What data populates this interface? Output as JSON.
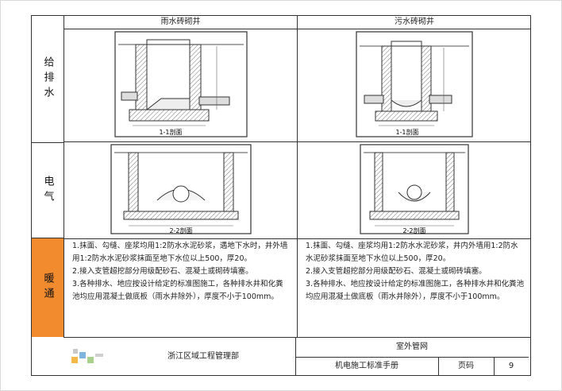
{
  "sidebar": {
    "items": [
      "给排水",
      "电气",
      "暖通"
    ],
    "accent_color": "#f28a2e"
  },
  "left": {
    "title": "雨水砖砌井",
    "section1": "1-1剖面",
    "section2": "2-2剖面",
    "notes": [
      "1.抹面、勾缝、座浆均用1:2防水水泥砂浆，遇地下水时，井外墙用1:2防水水泥砂浆抹面至地下水位以上500，厚20。",
      "2.接入支管超挖部分用级配砂石、混凝土或砌砖填塞。",
      "3.各种排水、地应按设计给定的标准图施工，各种排水井和化粪池均应用混凝土做底板（雨水井除外），厚度不小于100mm。"
    ]
  },
  "right": {
    "title": "污水砖砌井",
    "section1": "1-1剖面",
    "section2": "2-2剖面",
    "notes": [
      "1.抹面、勾缝、座浆均用1:2防水水泥砂浆，井内外墙用1:2防水水泥砂浆抹面至地下水位以上500，厚20。",
      "2.接入支管超挖部分用级配砂石、混凝土或砌砖填塞。",
      "3.各种排水、地应按设计给定的标准图施工，各种排水井和化粪池均应用混凝土做底板（雨水井除外），厚度不小于100mm。"
    ]
  },
  "footer": {
    "org": "浙江区域工程管理部",
    "subject": "室外管网",
    "manual": "机电施工标准手册",
    "page_label": "页码",
    "page_number": "9"
  }
}
